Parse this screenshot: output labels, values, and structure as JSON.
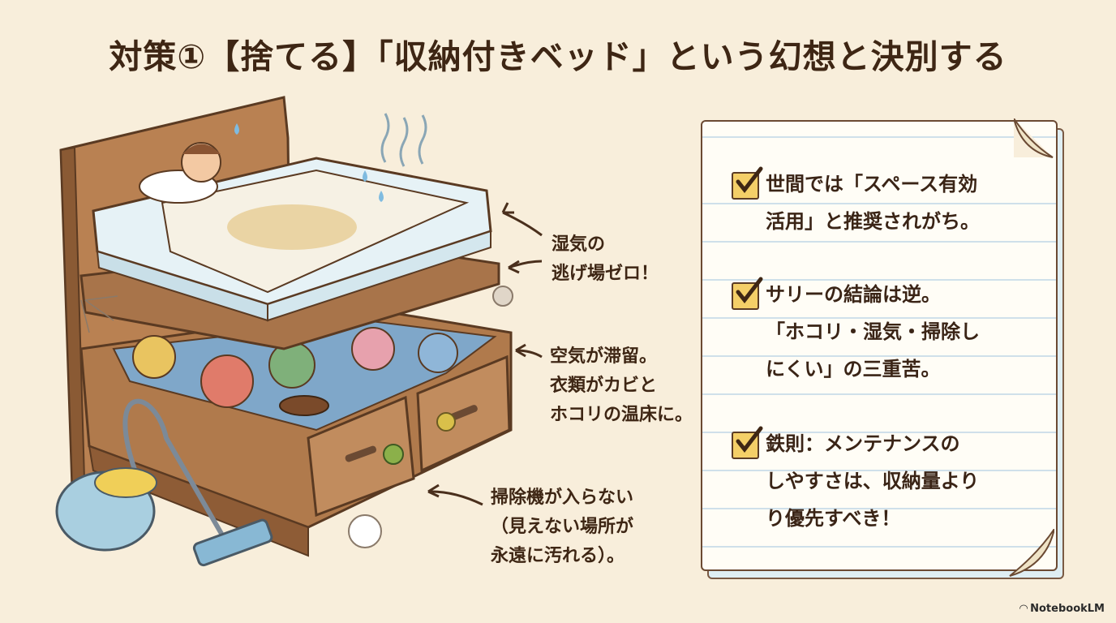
{
  "title": "対策①【捨てる】「収納付きベッド」という幻想と決別する",
  "annotations": {
    "humidity": "湿気の\n逃げ場ゼロ！",
    "air": "空気が滞留。\n衣類がカビと\nホコリの温床に。",
    "vacuum": "掃除機が入らない\n（見えない場所が\n永遠に汚れる）。"
  },
  "note": {
    "items": [
      {
        "icon": "checkbox-icon",
        "text": "世間では「スペース有効\n活用」と推奨されがち。"
      },
      {
        "icon": "checkbox-icon",
        "text": "サリーの結論は逆。\n「ホコリ・湿気・掃除し\nにくい」の三重苦。"
      },
      {
        "icon": "checkbox-icon",
        "text": "鉄則：メンテナンスの\nしやすさは、収納量より\nり優先すべき！"
      }
    ]
  },
  "brand": "NotebookLM",
  "colors": {
    "background": "#f8eedb",
    "check": "#f4cf68",
    "wood": "#a86f45",
    "mattress": "#e6f2f6"
  }
}
